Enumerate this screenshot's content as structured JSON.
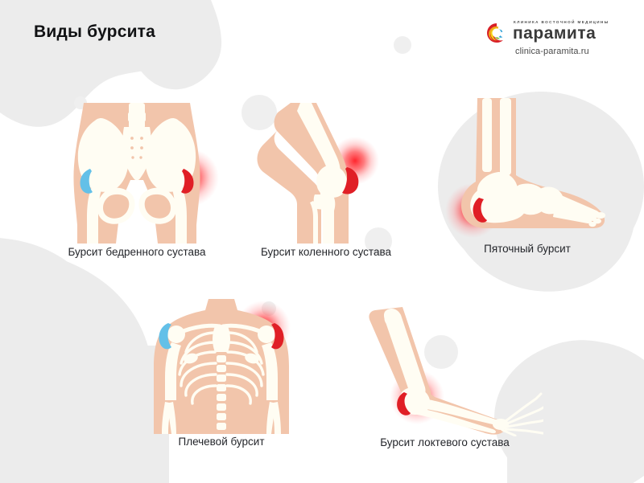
{
  "page": {
    "title": "Виды бурсита",
    "background_color": "#ffffff",
    "blob_color": "#ececec",
    "skin_color": "#f2c5ab",
    "bone_color": "#fffdf3",
    "inflamed_color": "#e01f26",
    "healthy_color": "#63c0e8",
    "title_color": "#111214",
    "caption_color": "#24262b"
  },
  "logo": {
    "tagline": "клиника восточной медицины",
    "wordmark": "парамита",
    "url": "clinica-paramita.ru",
    "mark_colors": [
      "#d81f26",
      "#f0a81e",
      "#f5d517",
      "#7cb828",
      "#2a9fd6"
    ]
  },
  "figures": [
    {
      "id": "hip",
      "caption": "Бурсит бедренного сустава",
      "art": "pelvis-hip-joints",
      "healthy_side": "left",
      "inflamed_side": "right"
    },
    {
      "id": "knee",
      "caption": "Бурсит коленного сустава",
      "art": "bent-knee-joint",
      "healthy_side": "",
      "inflamed_side": "front"
    },
    {
      "id": "heel",
      "caption": "Пяточный бурсит",
      "art": "foot-ankle-profile",
      "healthy_side": "",
      "inflamed_side": "heel"
    },
    {
      "id": "shoulder",
      "caption": "Плечевой бурсит",
      "art": "torso-ribcage-shoulders",
      "healthy_side": "left",
      "inflamed_side": "right"
    },
    {
      "id": "elbow",
      "caption": "Бурсит локтевого сустава",
      "art": "arm-elbow-joint",
      "healthy_side": "",
      "inflamed_side": "elbow"
    }
  ]
}
